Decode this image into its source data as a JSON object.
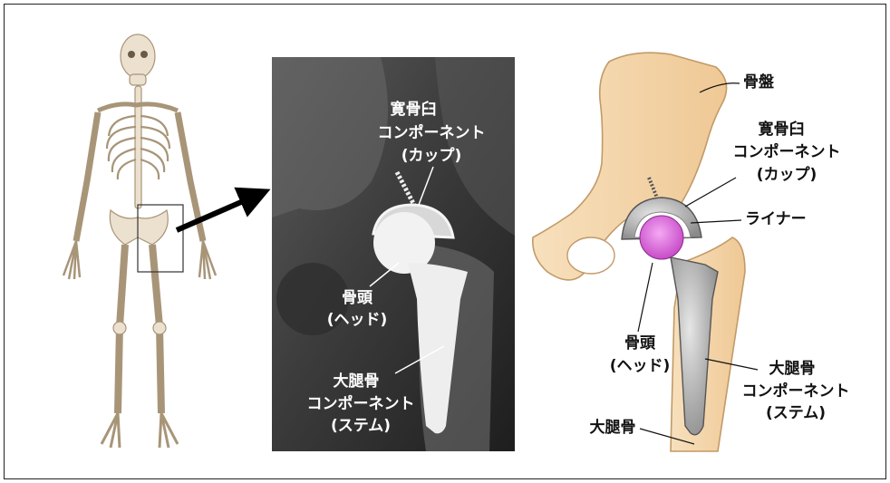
{
  "xray_labels": {
    "acetabular_l1": "寛骨臼",
    "acetabular_l2": "コンポーネント",
    "acetabular_l3": "(カップ)",
    "head_l1": "骨頭",
    "head_l2": "(ヘッド)",
    "femoral_l1": "大腿骨",
    "femoral_l2": "コンポーネント",
    "femoral_l3": "(ステム)"
  },
  "illustration_labels": {
    "pelvis": "骨盤",
    "acetabular_l1": "寛骨臼",
    "acetabular_l2": "コンポーネント",
    "acetabular_l3": "(カップ)",
    "liner": "ライナー",
    "head_l1": "骨頭",
    "head_l2": "(ヘッド)",
    "femoral_l1": "大腿骨",
    "femoral_l2": "コンポーネント",
    "femoral_l3": "(ステム)",
    "femur": "大腿骨"
  },
  "colors": {
    "bone": "#f3d3a6",
    "bone_outline": "#b8895a",
    "skeleton": "#e8dcc8",
    "liner": "#e070e0",
    "metal": "#b8b8b8",
    "xray_bg": "#3a3a3a"
  }
}
